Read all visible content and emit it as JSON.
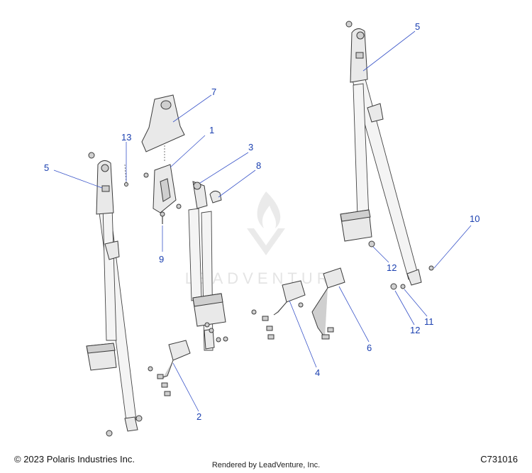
{
  "callouts": [
    {
      "id": "c1",
      "label": "1"
    },
    {
      "id": "c2",
      "label": "2"
    },
    {
      "id": "c3",
      "label": "3"
    },
    {
      "id": "c4",
      "label": "4"
    },
    {
      "id": "c5a",
      "label": "5"
    },
    {
      "id": "c5b",
      "label": "5"
    },
    {
      "id": "c6",
      "label": "6"
    },
    {
      "id": "c7",
      "label": "7"
    },
    {
      "id": "c8",
      "label": "8"
    },
    {
      "id": "c9",
      "label": "9"
    },
    {
      "id": "c10",
      "label": "10"
    },
    {
      "id": "c11",
      "label": "11"
    },
    {
      "id": "c12a",
      "label": "12"
    },
    {
      "id": "c12b",
      "label": "12"
    },
    {
      "id": "c13",
      "label": "13"
    }
  ],
  "watermark": {
    "text": "LEADVENTURE"
  },
  "footer": {
    "copyright": "© 2023 Polaris Industries Inc.",
    "rendered_by": "Rendered by LeadVenture, Inc.",
    "drawing_number": "C731016"
  },
  "colors": {
    "callout": "#1a3fb0",
    "leader": "#3a55c9",
    "line": "#3a3a3a"
  }
}
